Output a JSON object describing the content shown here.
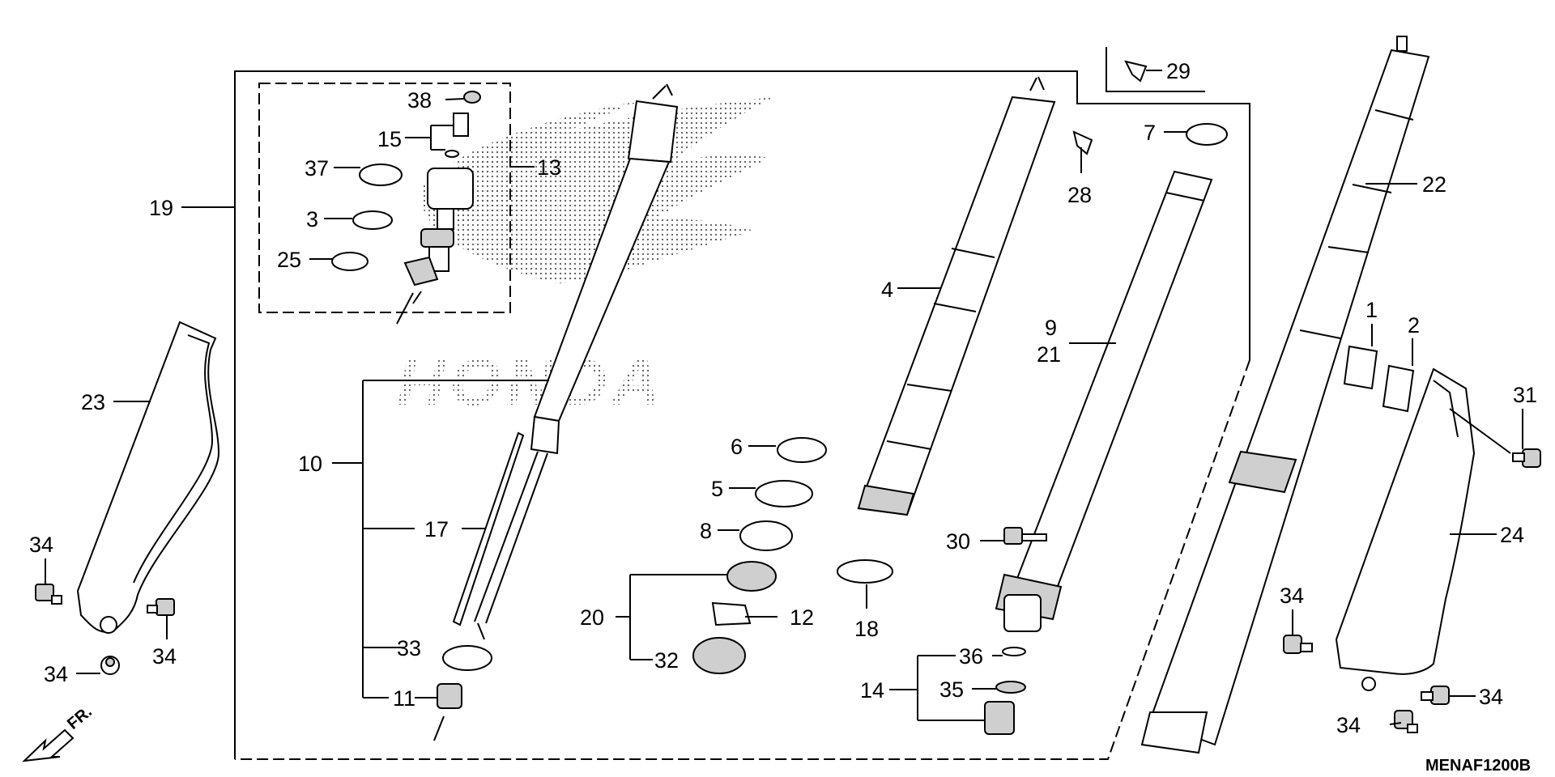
{
  "diagram": {
    "drawing_code": "MENAF1200B",
    "front_arrow_label": "FR.",
    "watermark": "HONDA",
    "callouts": [
      "1",
      "2",
      "3",
      "4",
      "5",
      "6",
      "7",
      "8",
      "9",
      "10",
      "11",
      "12",
      "13",
      "14",
      "15",
      "17",
      "18",
      "19",
      "20",
      "21",
      "22",
      "23",
      "24",
      "25",
      "28",
      "29",
      "30",
      "31",
      "32",
      "33",
      "34",
      "35",
      "36",
      "37",
      "38"
    ]
  }
}
